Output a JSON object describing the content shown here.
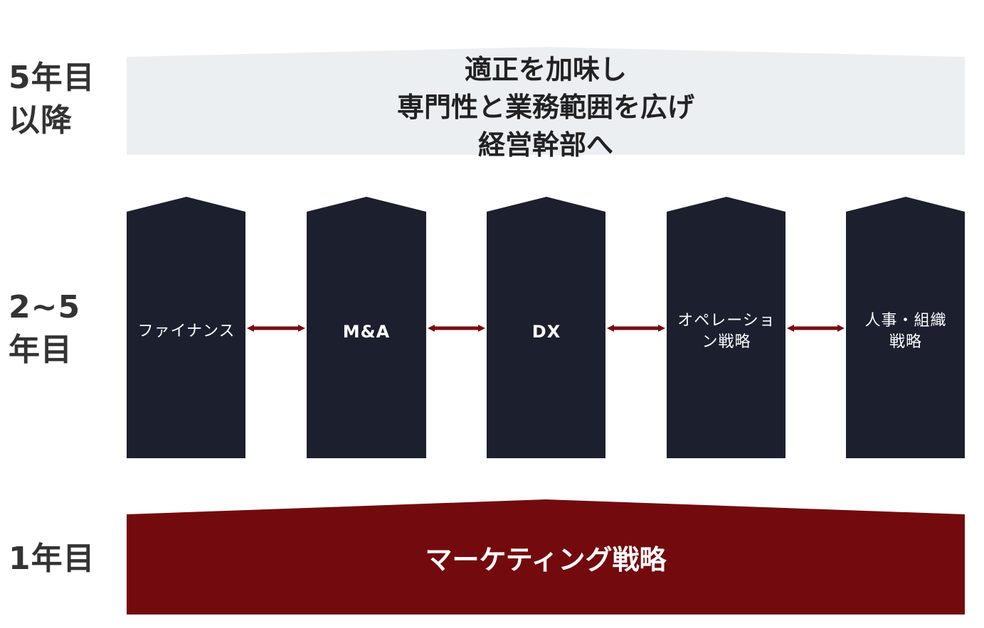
{
  "colors": {
    "top_band": "#eceff2",
    "pillar": "#1b1f2e",
    "arrow": "#7a0c10",
    "bottom_band": "#730b0e",
    "label_text": "#333333"
  },
  "rows": {
    "top": {
      "label_lines": [
        "5年目",
        "以降"
      ]
    },
    "middle": {
      "label_lines": [
        "2~5",
        "年目"
      ]
    },
    "bottom": {
      "label_lines": [
        "1年目"
      ]
    }
  },
  "top_band": {
    "lines": [
      "適正を加味し",
      "専門性と業務範囲を広げ",
      "経営幹部へ"
    ]
  },
  "pillars": [
    {
      "lines": [
        "ファイナンス"
      ]
    },
    {
      "lines": [
        "M&A"
      ]
    },
    {
      "lines": [
        "DX"
      ]
    },
    {
      "lines": [
        "オペレーショ",
        "ン戦略"
      ]
    },
    {
      "lines": [
        "人事・組織",
        "戦略"
      ]
    }
  ],
  "connectors": {
    "type": "double-arrow",
    "count": 4
  },
  "bottom_band": {
    "text": "マーケティング戦略"
  }
}
